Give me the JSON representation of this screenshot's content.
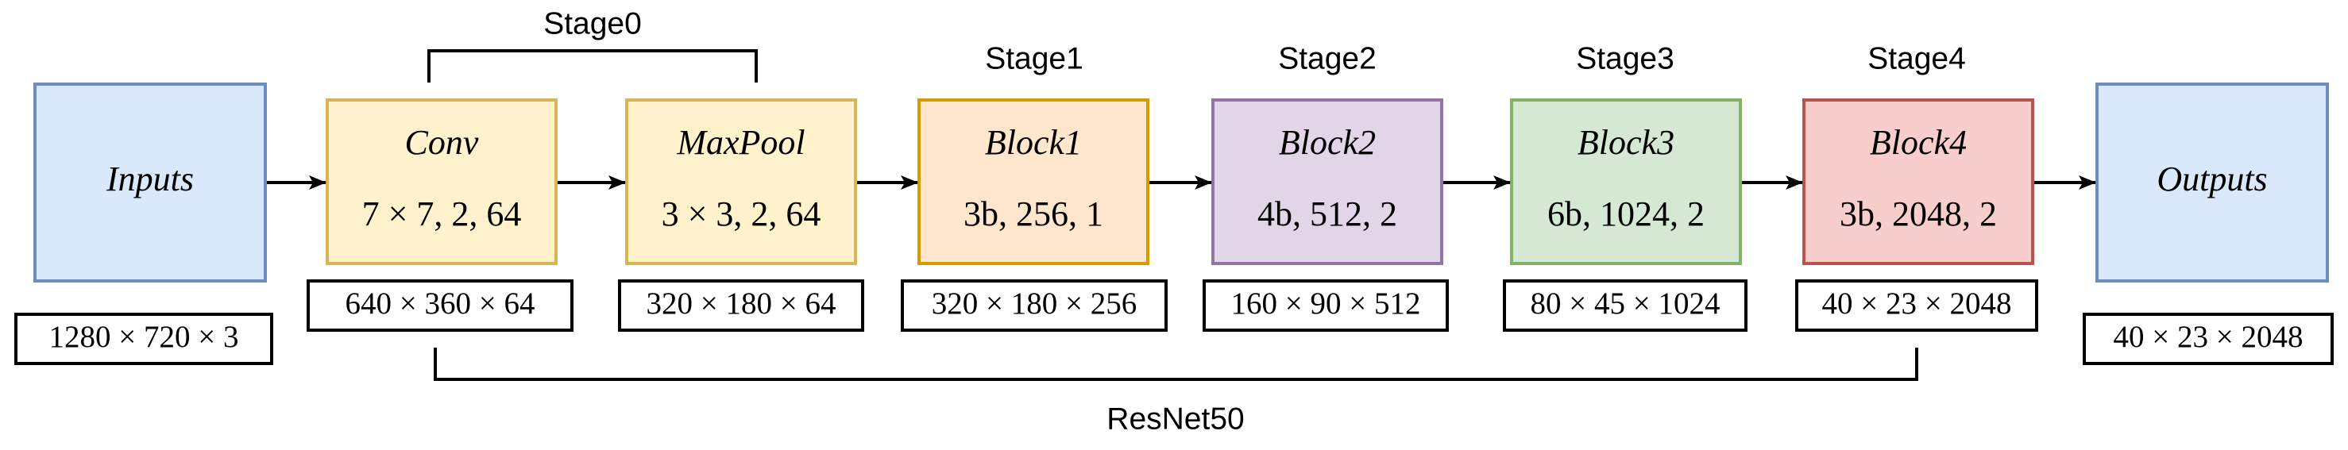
{
  "colors": {
    "io_fill": "#dae8fc",
    "io_stroke": "#6c8ebf",
    "yellow_fill": "#fff2cc",
    "yellow_stroke": "#d6b656",
    "orange_fill": "#ffe6cc",
    "orange_stroke": "#d79b00",
    "purple_fill": "#e1d5e7",
    "purple_stroke": "#9673a6",
    "green_fill": "#d5e8d4",
    "green_stroke": "#82b366",
    "red_fill": "#f8cecc",
    "red_stroke": "#b85450"
  },
  "stage0_label": "Stage0",
  "group_label": "ResNet50",
  "inputs": {
    "name": "Inputs",
    "dims": "1280 × 720 × 3"
  },
  "outputs": {
    "name": "Outputs",
    "dims": "40 × 23 × 2048"
  },
  "blocks": [
    {
      "stage": "",
      "name": "Conv",
      "params": "7 × 7, 2, 64",
      "dims": "640 × 360 × 64"
    },
    {
      "stage": "",
      "name": "MaxPool",
      "params": "3 × 3, 2, 64",
      "dims": "320 × 180 × 64"
    },
    {
      "stage": "Stage1",
      "name": "Block1",
      "params": "3b, 256, 1",
      "dims": "320 × 180 × 256"
    },
    {
      "stage": "Stage2",
      "name": "Block2",
      "params": "4b, 512, 2",
      "dims": "160 × 90 × 512"
    },
    {
      "stage": "Stage3",
      "name": "Block3",
      "params": "6b, 1024, 2",
      "dims": "80 × 45 × 1024"
    },
    {
      "stage": "Stage4",
      "name": "Block4",
      "params": "3b, 2048, 2",
      "dims": "40 × 23 × 2048"
    }
  ]
}
